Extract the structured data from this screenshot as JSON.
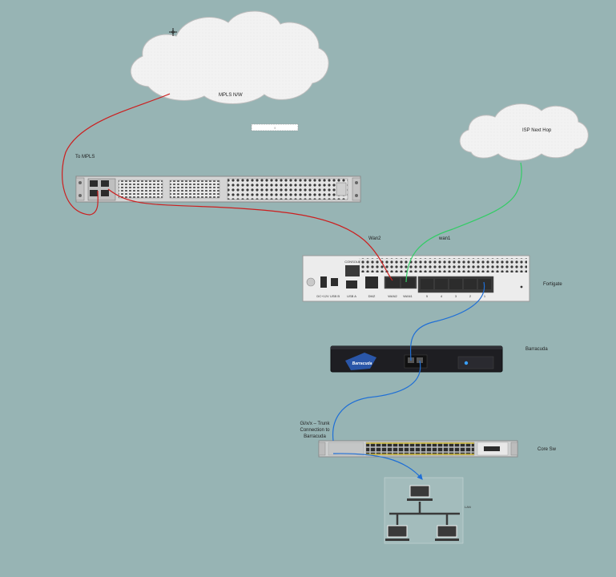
{
  "clouds": {
    "mpls": {
      "label": "MPLS N/W"
    },
    "isp": {
      "label": "ISP Next Hop"
    }
  },
  "labels": {
    "to_mpls": "To MPLS",
    "wan2": "Wan2",
    "wan1": "wan1",
    "fortigate": "Fortigate",
    "barracuda": "Barracuda",
    "core_sw": "Core Sw",
    "trunk_1": "Gi/x/x – Trunk",
    "trunk_2": "Connection to",
    "trunk_3": "Barracuda",
    "lan": "LAN"
  },
  "fortigate_ports": {
    "console": "CONSOLE",
    "dc": "DC+12V",
    "usb_b": "USB B",
    "usb_a": "USB A",
    "dmz": "DMZ",
    "wan2": "WAN2",
    "wan1": "WAN1",
    "p5": "5",
    "p4": "4",
    "p3": "3",
    "p2": "2",
    "p1": "1"
  },
  "barracuda": {
    "brand": "Barracuda"
  },
  "stray_box_text": "I",
  "colors": {
    "background": "#97b4b4",
    "mpls_link": "#cc1f1f",
    "isp_link": "#33cc66",
    "lan_link": "#1f6fd6"
  }
}
